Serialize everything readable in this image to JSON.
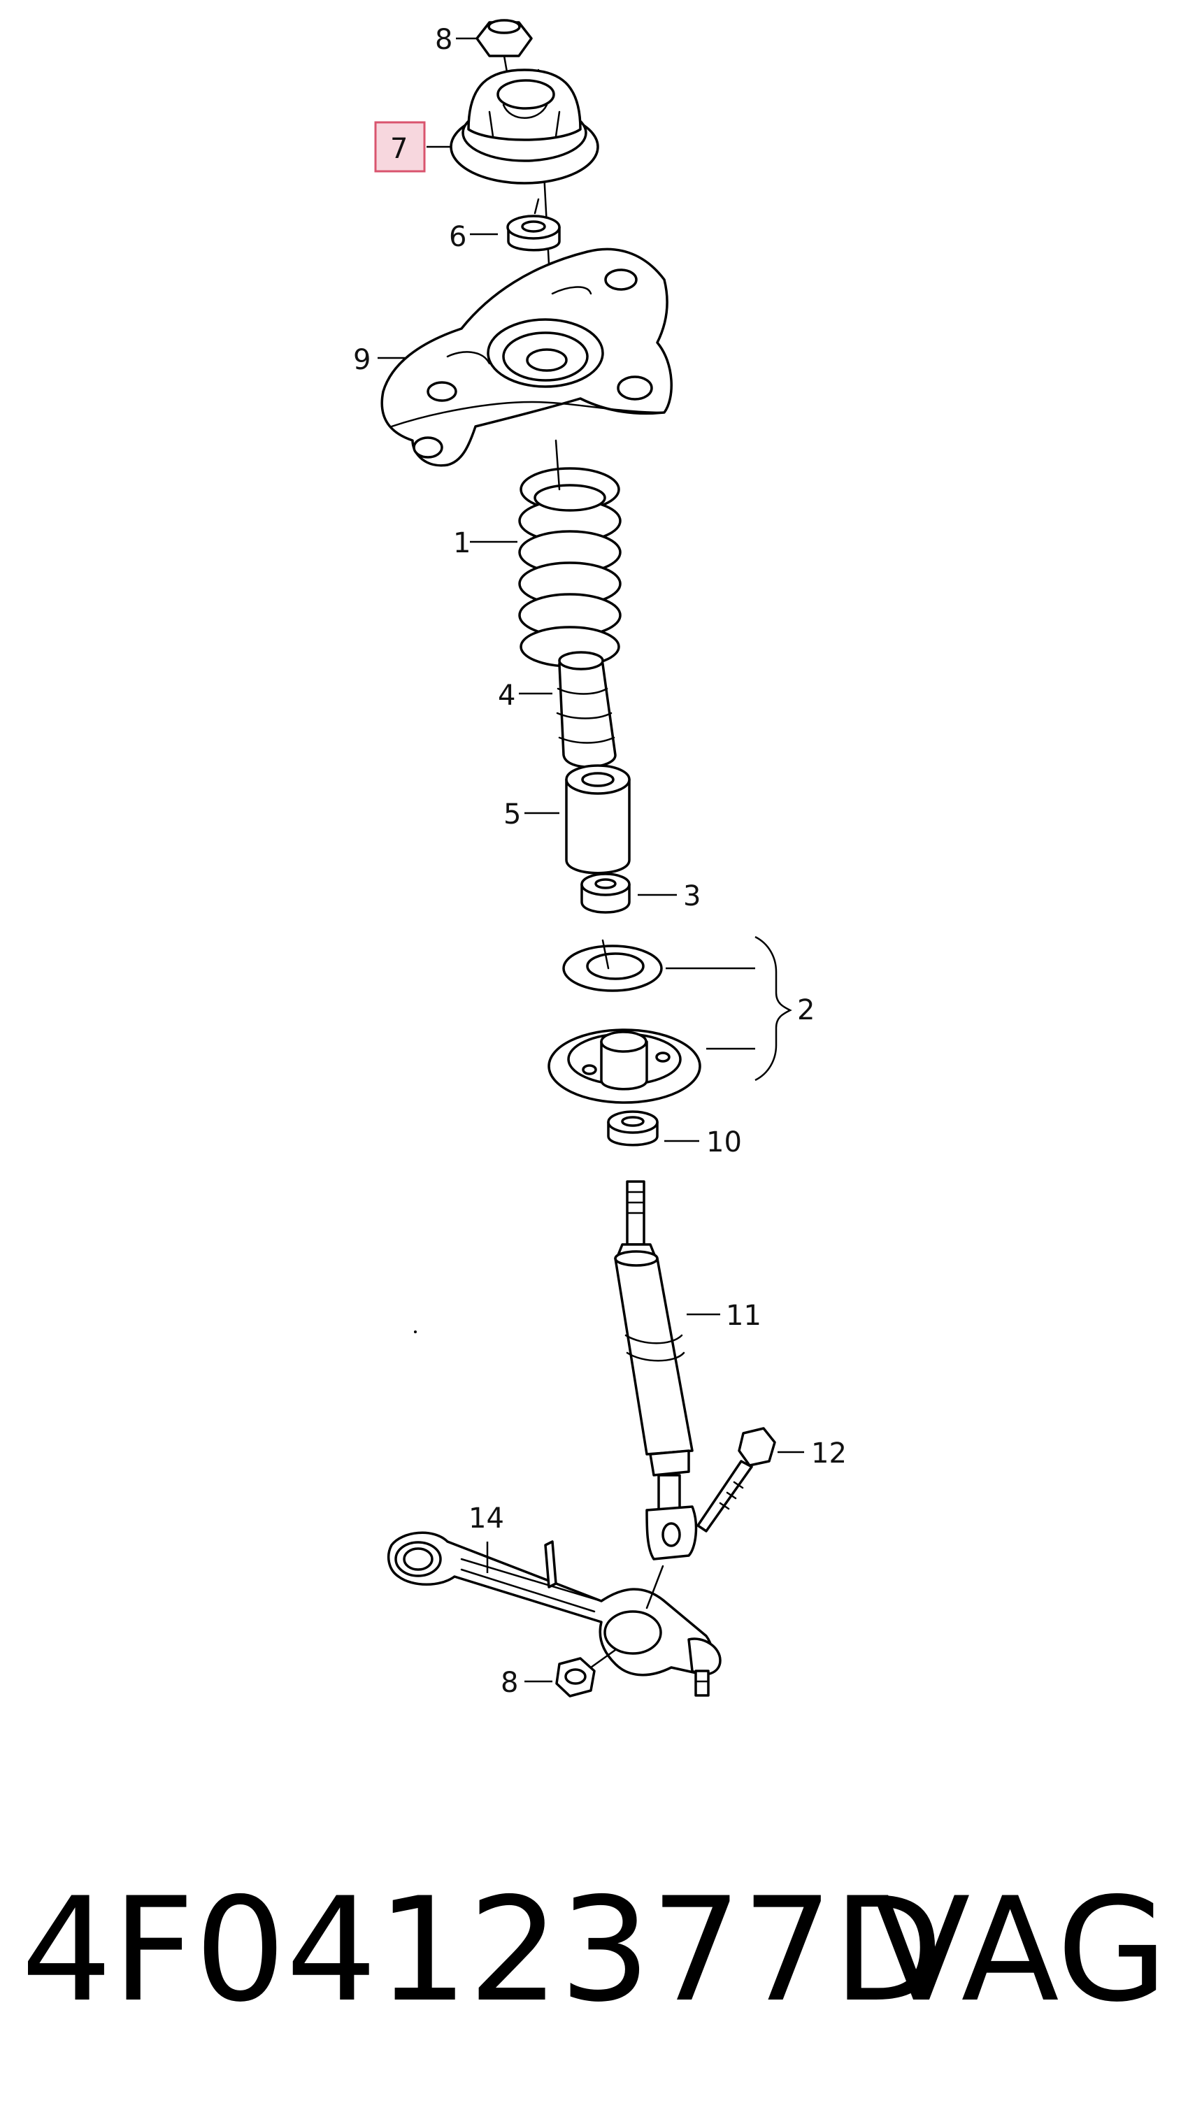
{
  "diagram": {
    "highlight_color": "#f7d7de",
    "highlight_border": "#d9546e",
    "callouts": [
      {
        "id": "c8top",
        "label": "8"
      },
      {
        "id": "c7",
        "label": "7",
        "highlighted": true
      },
      {
        "id": "c6",
        "label": "6"
      },
      {
        "id": "c9",
        "label": "9"
      },
      {
        "id": "c1",
        "label": "1"
      },
      {
        "id": "c4",
        "label": "4"
      },
      {
        "id": "c5",
        "label": "5"
      },
      {
        "id": "c3",
        "label": "3"
      },
      {
        "id": "c2",
        "label": "2"
      },
      {
        "id": "c10",
        "label": "10"
      },
      {
        "id": "c11",
        "label": "11"
      },
      {
        "id": "c12",
        "label": "12"
      },
      {
        "id": "c14",
        "label": "14"
      },
      {
        "id": "c8bot",
        "label": "8"
      }
    ]
  },
  "caption": {
    "part_number": "4F0412377D",
    "brand": "VAG"
  }
}
